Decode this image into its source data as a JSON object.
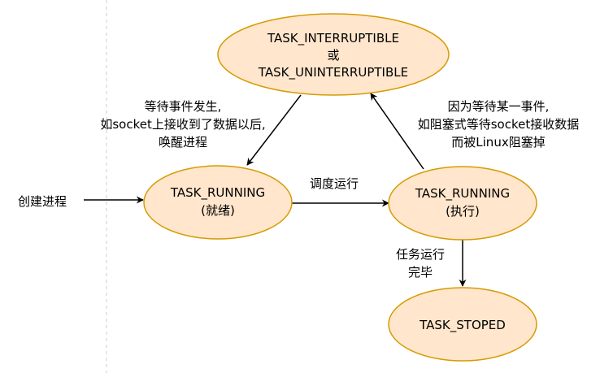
{
  "colors": {
    "state_fill": "#ffe6cc",
    "state_stroke": "#d79b00",
    "edge": "#000000",
    "grid_guide": "#cccccc",
    "background": "#ffffff"
  },
  "states": {
    "waiting": {
      "line1": "TASK_INTERRUPTIBLE",
      "line2": "或",
      "line3": "TASK_UNINTERRUPTIBLE"
    },
    "ready": {
      "line1": "TASK_RUNNING",
      "line2": "(就绪)"
    },
    "running": {
      "line1": "TASK_RUNNING",
      "line2": "(执行)"
    },
    "stopped": {
      "line1": "TASK_STOPED"
    }
  },
  "edges": {
    "create": {
      "line1": "创建进程"
    },
    "wait_to_ready": {
      "line1": "等待事件发生,",
      "line2": "如socket上接收到了数据以后,",
      "line3": "唤醒进程"
    },
    "run_to_wait": {
      "line1": "因为等待某一事件,",
      "line2": "如阻塞式等待socket接收数据",
      "line3": "而被Linux阻塞掉"
    },
    "schedule": {
      "line1": "调度运行"
    },
    "finish": {
      "line1": "任务运行",
      "line2": "完毕"
    }
  }
}
